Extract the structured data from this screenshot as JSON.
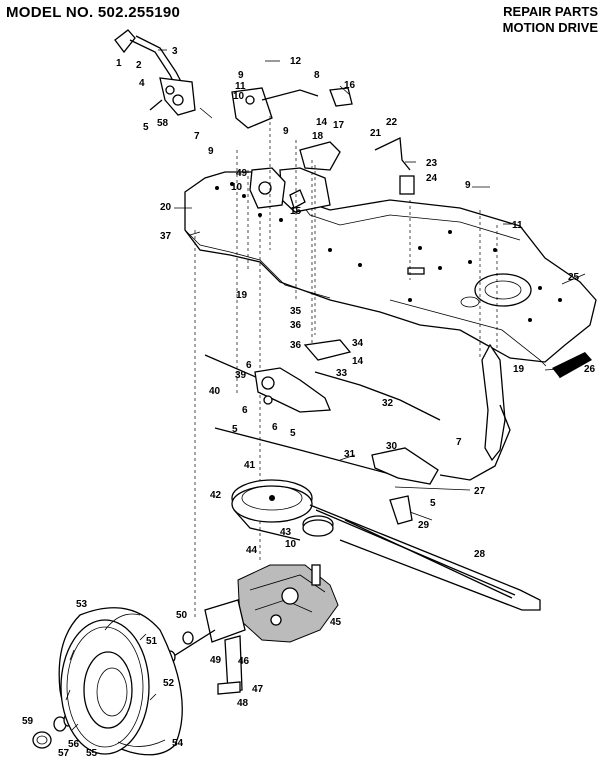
{
  "header": {
    "model": "MODEL NO. 502.255190",
    "title_line1": "REPAIR PARTS",
    "title_line2": "MOTION DRIVE"
  },
  "callouts": [
    "1",
    "2",
    "3",
    "4",
    "5",
    "5",
    "5",
    "5",
    "6",
    "6",
    "6",
    "7",
    "7",
    "8",
    "9",
    "9",
    "9",
    "9",
    "10",
    "10",
    "10",
    "11",
    "11",
    "12",
    "14",
    "14",
    "15",
    "16",
    "17",
    "18",
    "19",
    "19",
    "20",
    "21",
    "22",
    "23",
    "24",
    "25",
    "26",
    "27",
    "28",
    "29",
    "30",
    "31",
    "32",
    "33",
    "34",
    "35",
    "36",
    "36",
    "37",
    "39",
    "40",
    "41",
    "42",
    "43",
    "44",
    "45",
    "46",
    "47",
    "48",
    "49",
    "49",
    "50",
    "51",
    "52",
    "53",
    "54",
    "55",
    "56",
    "57",
    "58",
    "59"
  ],
  "colors": {
    "ink": "#000000",
    "paper": "#ffffff"
  }
}
